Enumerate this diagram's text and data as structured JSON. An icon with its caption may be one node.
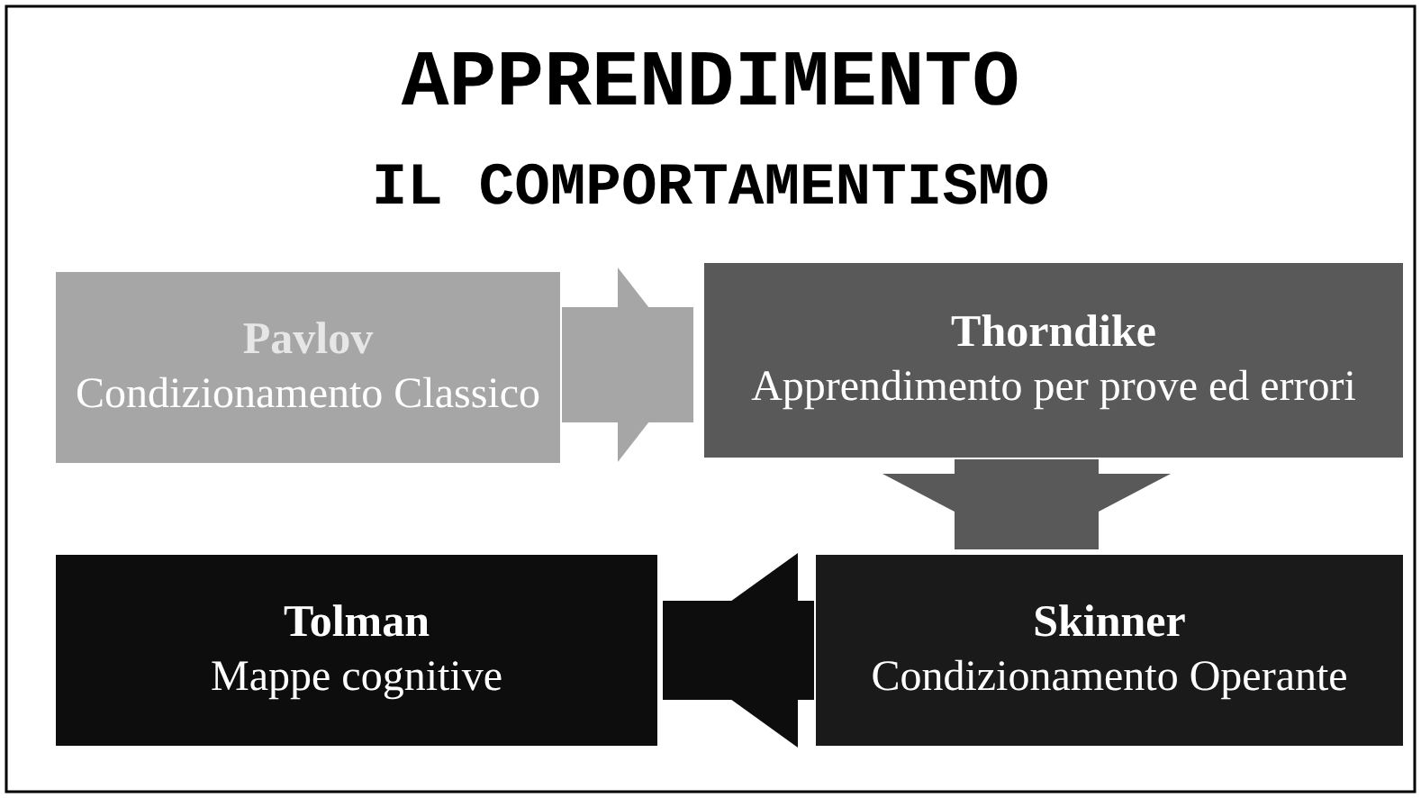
{
  "diagram": {
    "title": "APPRENDIMENTO",
    "caption": "IL COMPORTAMENTISMO",
    "nodes": [
      {
        "text": [
          "Pavlov",
          "Condizionamento Classico"
        ]
      },
      {
        "text": [
          "Thorndike",
          "Apprendimento per prove ed errori"
        ]
      },
      {
        "text": [
          "Skinner",
          "Condizionamento Operante"
        ]
      },
      {
        "text": [
          "Tolman",
          "Mappe cognitive"
        ]
      }
    ],
    "edges": [
      {
        "from": 0,
        "to": 1,
        "arrow": "to",
        "color": "#a6a6a6"
      },
      {
        "from": 1,
        "to": 2,
        "arrow": "to",
        "color": "#595959"
      },
      {
        "from": 2,
        "to": 3,
        "arrow": "to",
        "color": "#0d0d0d"
      }
    ]
  }
}
